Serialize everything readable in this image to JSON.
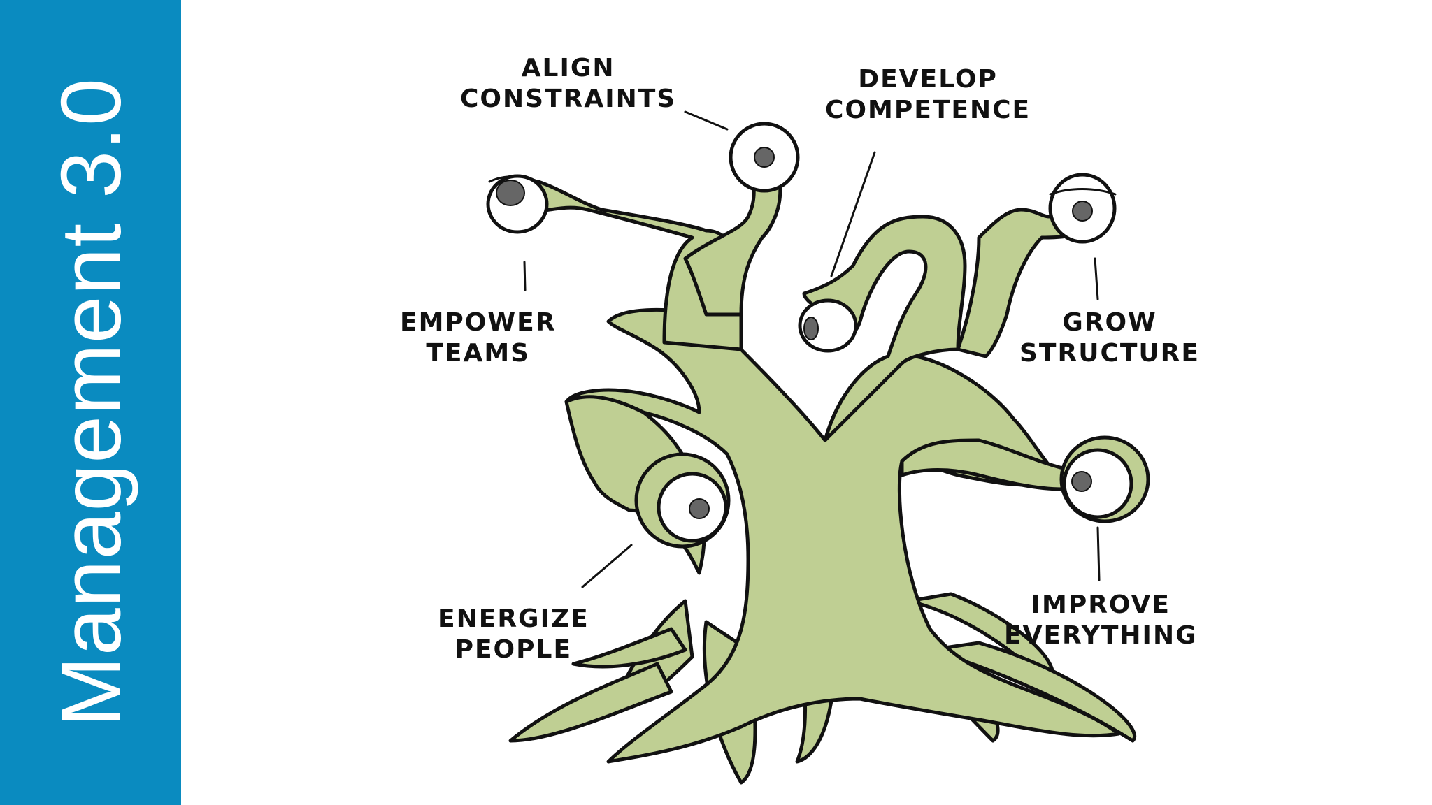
{
  "sidebar": {
    "title": "Management 3.0",
    "color": "#0A8BC0"
  },
  "colors": {
    "trunk": "#BFCF93",
    "outline": "#111111",
    "pupil": "#666666"
  },
  "labels": {
    "align": {
      "line1": "ALIGN",
      "line2": "CONSTRAINTS"
    },
    "develop": {
      "line1": "DEVELOP",
      "line2": "COMPETENCE"
    },
    "empower": {
      "line1": "EMPOWER",
      "line2": "TEAMS"
    },
    "grow": {
      "line1": "GROW",
      "line2": "STRUCTURE"
    },
    "energize": {
      "line1": "ENERGIZE",
      "line2": "PEOPLE"
    },
    "improve": {
      "line1": "IMPROVE",
      "line2": "EVERYTHING"
    }
  }
}
